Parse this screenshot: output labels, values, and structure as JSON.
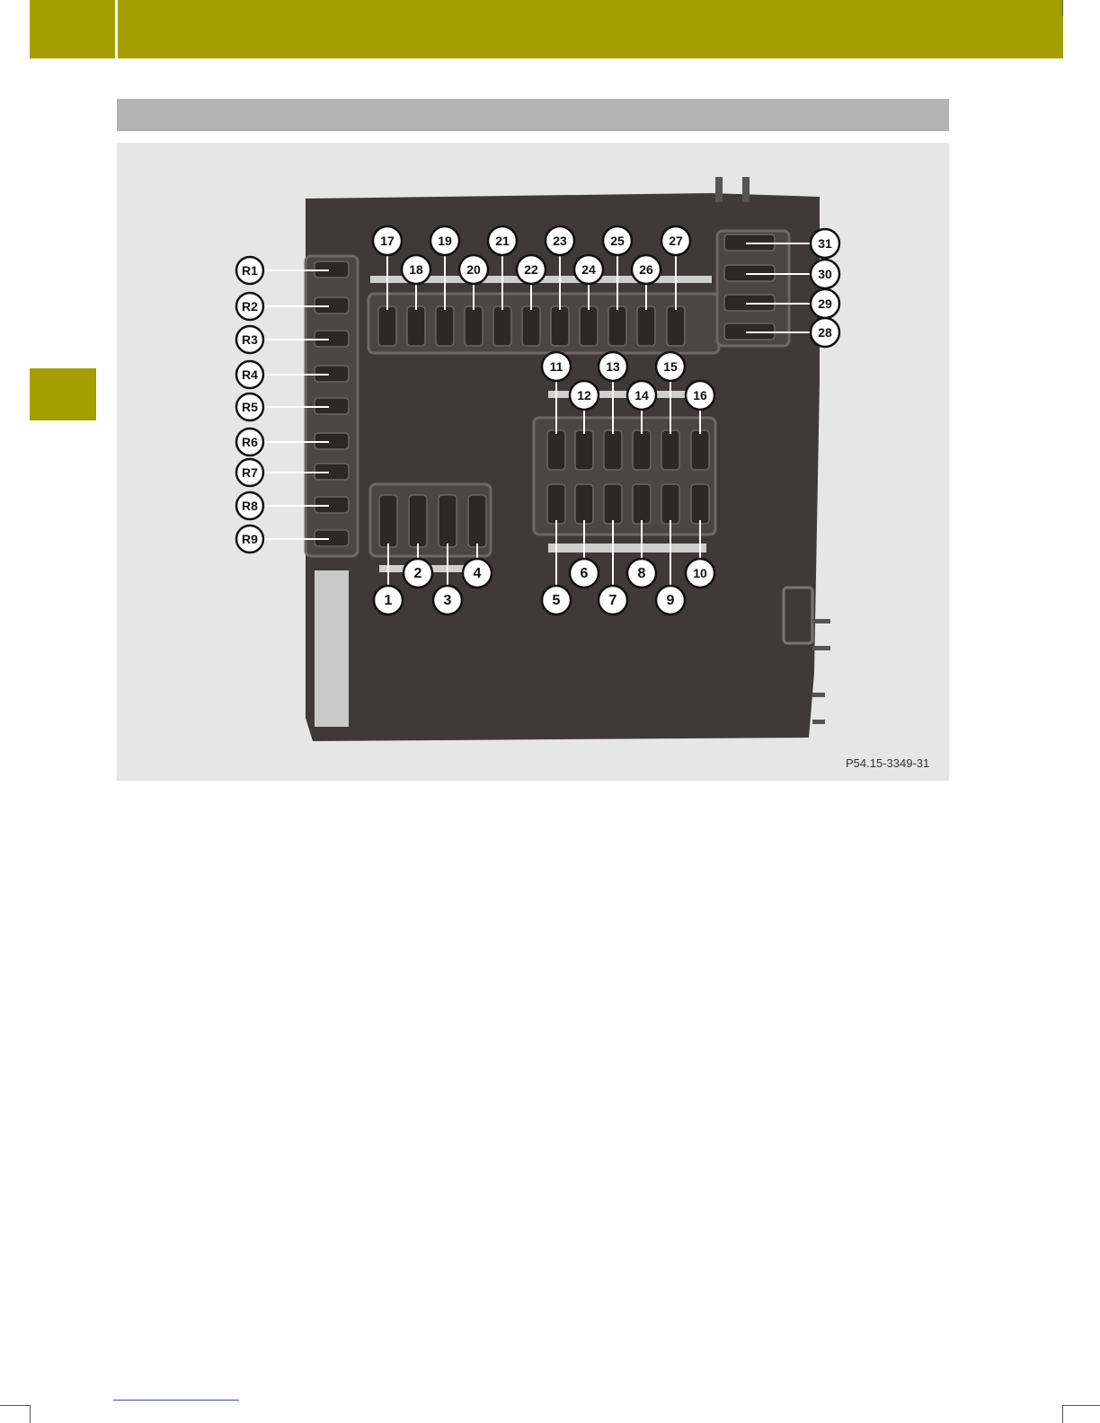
{
  "figure": {
    "code": "P54.15-3349-31",
    "callouts": {
      "relays": [
        "R1",
        "R2",
        "R3",
        "R4",
        "R5",
        "R6",
        "R7",
        "R8",
        "R9"
      ],
      "top_row_upper": [
        "17",
        "19",
        "21",
        "23",
        "25",
        "27"
      ],
      "top_row_lower": [
        "18",
        "20",
        "22",
        "24",
        "26"
      ],
      "right_block": [
        "31",
        "30",
        "29",
        "28"
      ],
      "middle_upper": [
        "11",
        "13",
        "15"
      ],
      "middle_lower": [
        "12",
        "14",
        "16"
      ],
      "bottom_mid_upper": [
        "6",
        "8",
        "10"
      ],
      "bottom_mid_lower": [
        "5",
        "7",
        "9"
      ],
      "bottom_left_upper": [
        "2",
        "4"
      ],
      "bottom_left_lower": [
        "1",
        "3"
      ]
    }
  },
  "colors": {
    "accent": "#a49e00",
    "section_bar": "#b4b4b4",
    "figure_background": "#e6e6e6",
    "housing": "#3e3a39"
  }
}
